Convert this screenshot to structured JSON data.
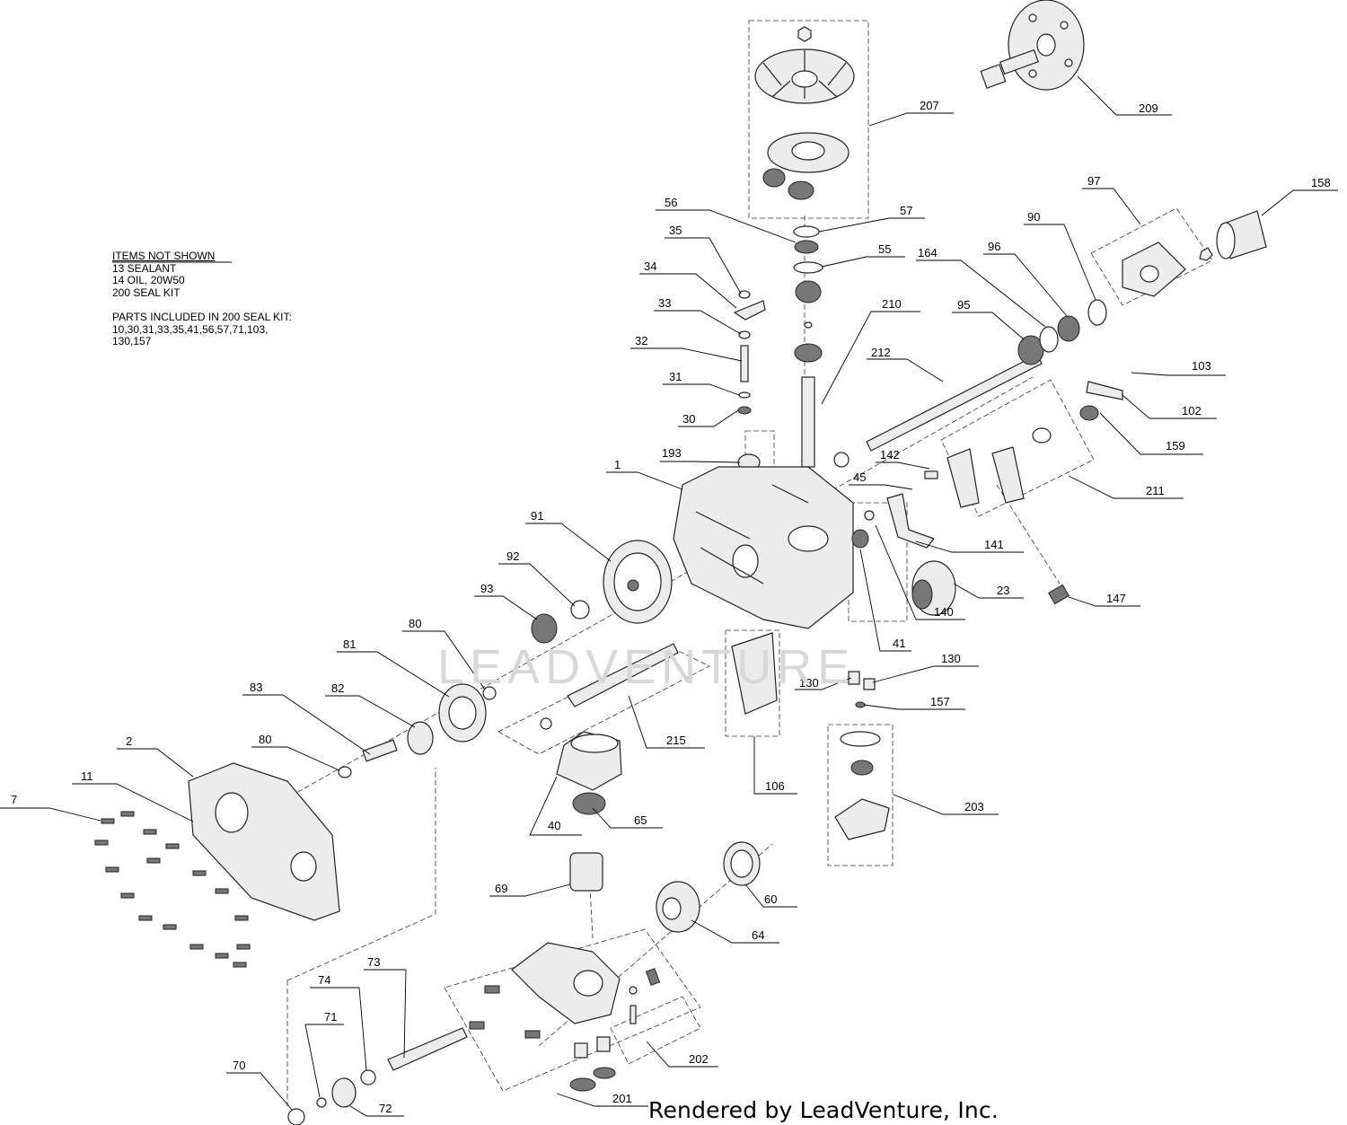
{
  "notes": {
    "header": "ITEMS NOT SHOWN",
    "items": [
      "13 SEALANT",
      "14 OIL, 20W50",
      "200 SEAL KIT"
    ],
    "kit_title": "PARTS INCLUDED IN 200 SEAL KIT:",
    "kit_lines": [
      "10,30,31,33,35,41,56,57,71,103,",
      "130,157"
    ]
  },
  "footer": "Rendered by LeadVenture, Inc.",
  "watermark": "LEADVENTURE",
  "callouts": [
    "209",
    "207",
    "56",
    "57",
    "35",
    "55",
    "34",
    "33",
    "210",
    "32",
    "31",
    "30",
    "193",
    "1",
    "91",
    "92",
    "93",
    "80",
    "81",
    "82",
    "83",
    "80",
    "2",
    "11",
    "7",
    "215",
    "40",
    "65",
    "69",
    "60",
    "64",
    "106",
    "130",
    "130",
    "157",
    "203",
    "212",
    "95",
    "164",
    "96",
    "90",
    "97",
    "158",
    "103",
    "102",
    "159",
    "142",
    "45",
    "211",
    "141",
    "23",
    "147",
    "140",
    "41",
    "73",
    "74",
    "71",
    "70",
    "72",
    "201",
    "202"
  ]
}
